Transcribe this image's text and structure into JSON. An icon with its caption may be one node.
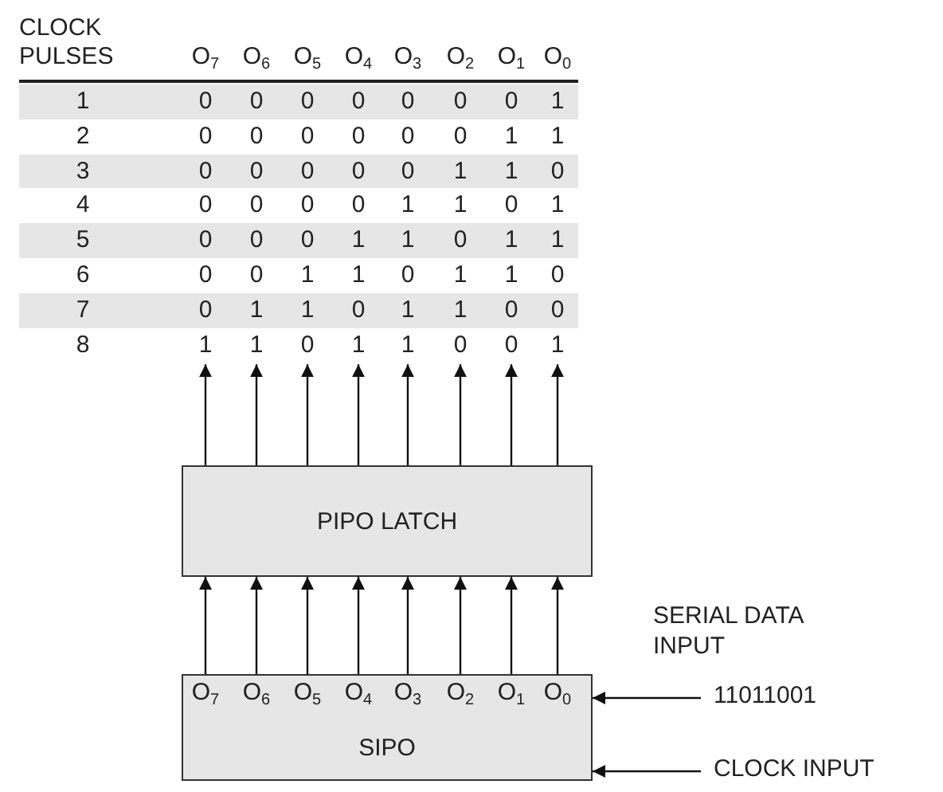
{
  "diagram": {
    "nodes": [
      {
        "text": [
          "PIPO LATCH"
        ]
      },
      {
        "text": [
          "SIPO"
        ]
      },
      {
        "text": [
          "11011001"
        ],
        "beside": [
          "SERIAL DATA INPUT"
        ]
      },
      {
        "text": [
          "CLOCK INPUT"
        ]
      },
      {
        "text": [
          "1"
        ]
      },
      {
        "text": [
          "1"
        ]
      },
      {
        "text": [
          "0"
        ]
      },
      {
        "text": [
          "1"
        ]
      },
      {
        "text": [
          "1"
        ]
      },
      {
        "text": [
          "0"
        ]
      },
      {
        "text": [
          "0"
        ]
      },
      {
        "text": [
          "1"
        ]
      }
    ],
    "edges": [
      {
        "from": 1,
        "to": 0,
        "arrow": "to"
      },
      {
        "from": 1,
        "to": 0,
        "arrow": "to"
      },
      {
        "from": 1,
        "to": 0,
        "arrow": "to"
      },
      {
        "from": 1,
        "to": 0,
        "arrow": "to"
      },
      {
        "from": 1,
        "to": 0,
        "arrow": "to"
      },
      {
        "from": 1,
        "to": 0,
        "arrow": "to"
      },
      {
        "from": 1,
        "to": 0,
        "arrow": "to"
      },
      {
        "from": 1,
        "to": 0,
        "arrow": "to"
      },
      {
        "from": 0,
        "to": 4,
        "arrow": "to"
      },
      {
        "from": 0,
        "to": 5,
        "arrow": "to"
      },
      {
        "from": 0,
        "to": 6,
        "arrow": "to"
      },
      {
        "from": 0,
        "to": 7,
        "arrow": "to"
      },
      {
        "from": 0,
        "to": 8,
        "arrow": "to"
      },
      {
        "from": 0,
        "to": 9,
        "arrow": "to"
      },
      {
        "from": 0,
        "to": 10,
        "arrow": "to"
      },
      {
        "from": 0,
        "to": 11,
        "arrow": "to"
      },
      {
        "from": 2,
        "to": 1,
        "arrow": "to"
      },
      {
        "from": 3,
        "to": 1,
        "arrow": "to"
      }
    ],
    "labels": [
      "CLOCK PULSES",
      "O$_{7}$",
      "O$_{6}$",
      "O$_{5}$",
      "O$_{4}$",
      "O$_{3}$",
      "O$_{2}$",
      "O$_{1}$",
      "O$_{0}$",
      "1",
      "0",
      "0",
      "0",
      "0",
      "0",
      "0",
      "0",
      "1",
      "2",
      "0",
      "0",
      "0",
      "0",
      "0",
      "0",
      "1",
      "1",
      "3",
      "0",
      "0",
      "0",
      "0",
      "0",
      "1",
      "1",
      "0",
      "4",
      "0",
      "0",
      "0",
      "0",
      "1",
      "1",
      "0",
      "1",
      "5",
      "0",
      "0",
      "0",
      "1",
      "1",
      "0",
      "1",
      "1",
      "6",
      "0",
      "0",
      "1",
      "1",
      "0",
      "1",
      "1",
      "0",
      "7",
      "0",
      "1",
      "1",
      "0",
      "1",
      "1",
      "0",
      "0",
      "8",
      "O$_{7}$",
      "O$_{6}$",
      "O$_{5}$",
      "O$_{4}$",
      "O$_{3}$",
      "O$_{2}$",
      "O$_{1}$",
      "O$_{0}$"
    ]
  }
}
